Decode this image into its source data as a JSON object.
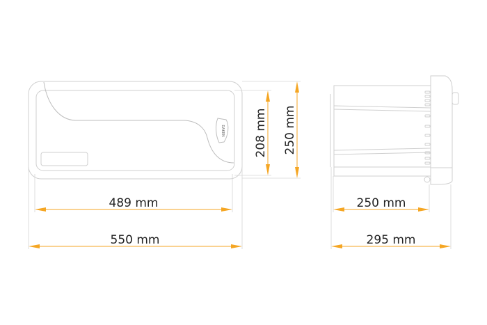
{
  "logo_text": "DAKEN",
  "accent_color": "#f5a623",
  "front_view": {
    "width_inner_label": "489 mm",
    "width_outer_label": "550 mm",
    "height_inner_label": "208 mm",
    "height_outer_label": "250 mm"
  },
  "side_view": {
    "depth_inner_label": "250 mm",
    "depth_outer_label": "295 mm"
  }
}
